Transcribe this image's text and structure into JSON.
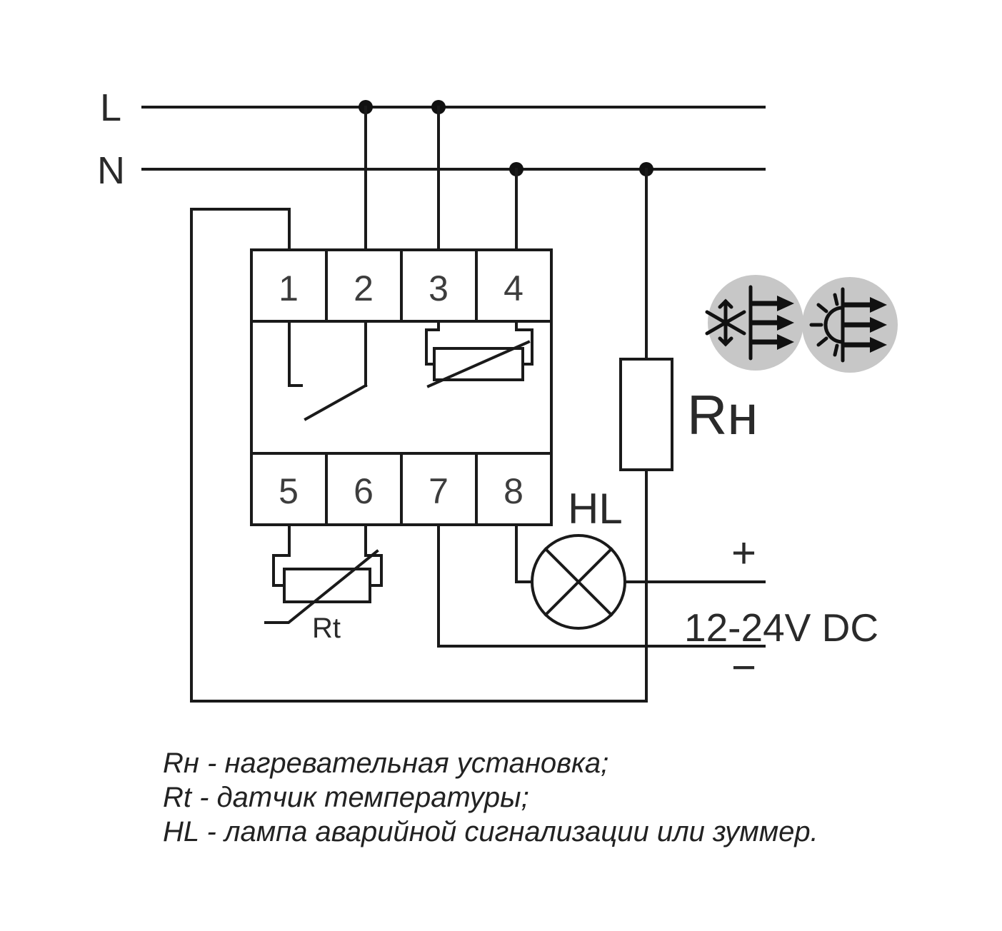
{
  "diagram_title": "Temperature controller wiring diagram",
  "labels": {
    "l": "L",
    "n": "N",
    "rh": "Rн",
    "hl": "HL",
    "rt": "Rt",
    "plus": "+",
    "minus": "−",
    "voltage": "12-24V DC"
  },
  "terminals": {
    "top": [
      "1",
      "2",
      "3",
      "4"
    ],
    "bottom": [
      "5",
      "6",
      "7",
      "8"
    ]
  },
  "legend": {
    "lines": [
      "Rн - нагревательная установка;",
      "Rt - датчик температуры;",
      "HL - лампа аварийной сигнализации или зуммер."
    ]
  },
  "icons": [
    "frost-heating-icon",
    "sun-heating-icon"
  ],
  "colors": {
    "wire": "#1a1a1a",
    "icon_background": "#c7c7c7",
    "background": "#ffffff",
    "text": "#2a2a2a"
  }
}
